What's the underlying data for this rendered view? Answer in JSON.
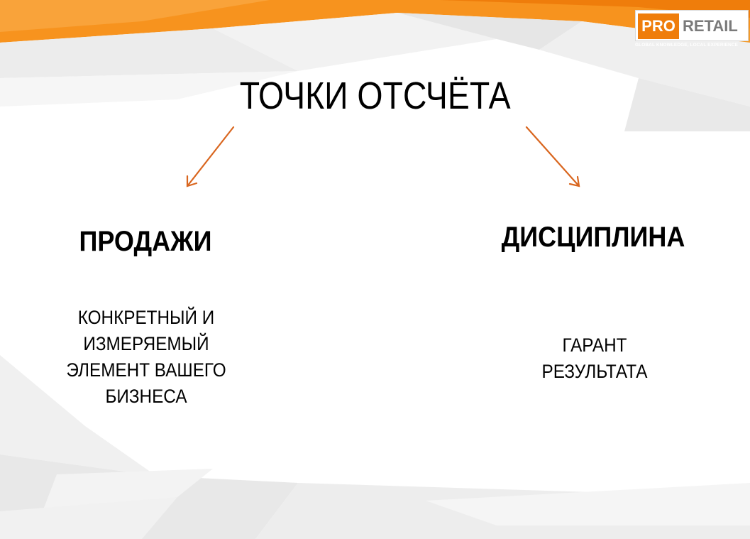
{
  "logo": {
    "pro": "PRO",
    "retail": "RETAIL",
    "tagline": "GLOBAL KNOWLEDGE, LOCAL EXPERIENCE"
  },
  "title": "ТОЧКИ ОТСЧЁТА",
  "left": {
    "heading": "ПРОДАЖИ",
    "lines": [
      "КОНКРЕТНЫЙ И",
      "ИЗМЕРЯЕМЫЙ",
      "ЭЛЕМЕНТ ВАШЕГО",
      "БИЗНЕСА"
    ]
  },
  "right": {
    "heading": "ДИСЦИПЛИНА",
    "lines": [
      "ГАРАНТ",
      "РЕЗУЛЬТАТА"
    ]
  },
  "colors": {
    "accent": "#ef7d0b",
    "arrow": "#d9661f"
  }
}
